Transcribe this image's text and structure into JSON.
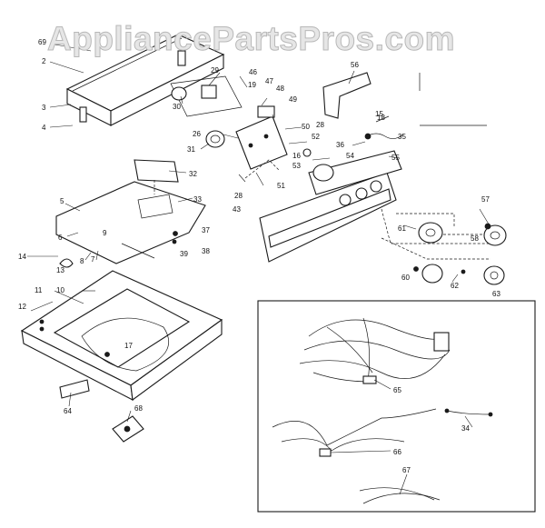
{
  "watermark": "AppliancePartsPros.com",
  "callouts": {
    "c1": "69",
    "c2": "2",
    "c3": "3",
    "c4": "4",
    "c5": "5",
    "c6": "6",
    "c7": "7",
    "c8": "8",
    "c9": "9",
    "c10": "10",
    "c11": "11",
    "c12": "12",
    "c13": "13",
    "c14": "14",
    "c15": "15",
    "c16": "16",
    "c17": "17",
    "c18": "18",
    "c19": "19",
    "c20": "26",
    "c21": "28",
    "c22": "28",
    "c23": "29",
    "c24": "30",
    "c25": "31",
    "c26": "32",
    "c27": "33",
    "c28": "34",
    "c29": "35",
    "c30": "36",
    "c31": "37",
    "c32": "38",
    "c33": "39",
    "c34": "43",
    "c35": "46",
    "c36": "47",
    "c37": "48",
    "c38": "49",
    "c39": "50",
    "c40": "51",
    "c41": "52",
    "c42": "53",
    "c43": "54",
    "c44": "55",
    "c45": "56",
    "c46": "57",
    "c47": "58",
    "c48": "60",
    "c49": "61",
    "c50": "62",
    "c51": "63",
    "c52": "64",
    "c53": "65",
    "c54": "66",
    "c55": "67",
    "c56": "68"
  }
}
